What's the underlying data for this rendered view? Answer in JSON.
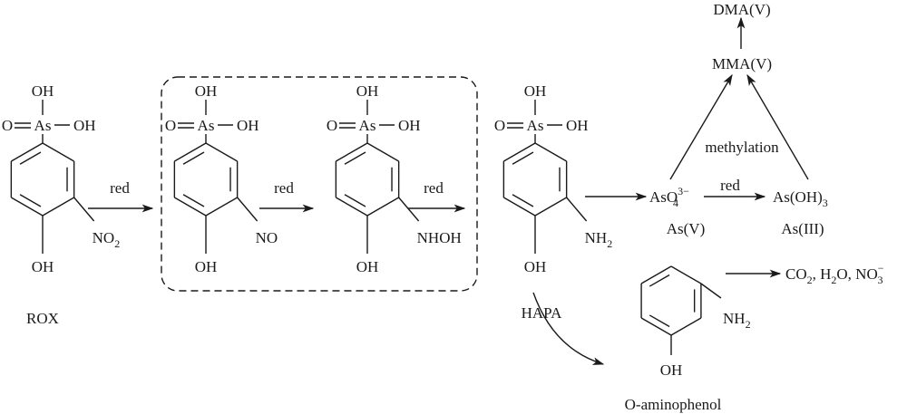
{
  "molecules": [
    {
      "name": "ROX",
      "substituent": {
        "main": "NO",
        "sub": "2"
      }
    },
    {
      "name": "",
      "substituent": {
        "main": "NO",
        "sub": ""
      }
    },
    {
      "name": "",
      "substituent": {
        "main": "NHOH",
        "sub": ""
      }
    },
    {
      "name": "HAPA",
      "substituent": {
        "main": "NH",
        "sub": "2"
      }
    }
  ],
  "arsonic_labels": {
    "oh": "OH",
    "as": "As",
    "o": "O"
  },
  "phenol_oh": "OH",
  "step_label": "red",
  "arsenate": {
    "main": "AsO",
    "sub": "4",
    "sup": "3−",
    "state": "As(V)"
  },
  "arsenite": {
    "main": "As(OH)",
    "sub": "3",
    "state": "As(III)"
  },
  "mma": "MMA(V)",
  "dma": "DMA(V)",
  "methylation_label": "methylation",
  "aminophenol": {
    "name": "O-aminophenol",
    "oh": "OH",
    "nh": "NH",
    "nh_sub": "2"
  },
  "products": {
    "co": "CO",
    "co_sub": "2",
    "h2o_a": ", H",
    "h2o_sub": "2",
    "h2o_b": "O, NO",
    "no_sub": "3",
    "no_sup": "−"
  }
}
